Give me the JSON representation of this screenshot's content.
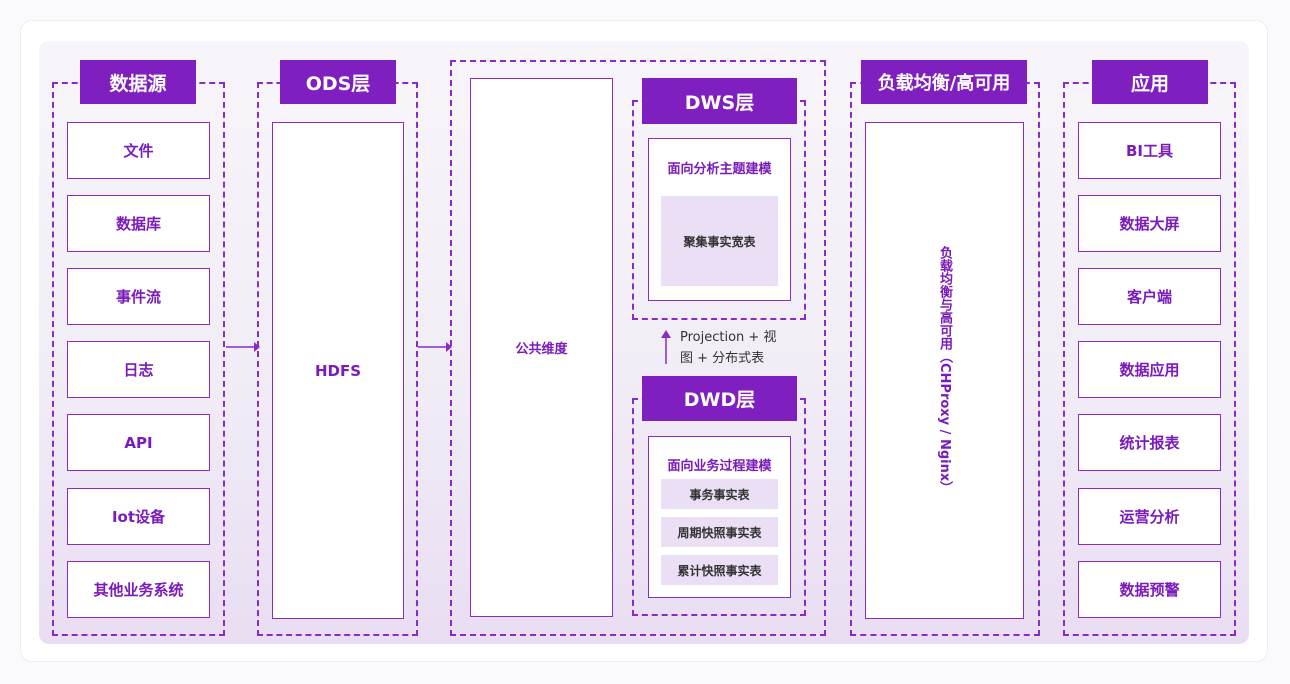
{
  "sources": {
    "title": "数据源",
    "items": [
      "文件",
      "数据库",
      "事件流",
      "日志",
      "API",
      "Iot设备",
      "其他业务系统"
    ]
  },
  "ods": {
    "title": "ODS层",
    "store": "HDFS"
  },
  "warehouse": {
    "dimension": "公共维度",
    "dws": {
      "title": "DWS层",
      "subtitle": "面向分析主题建模",
      "table": "聚集事实宽表"
    },
    "link_label_line1": "Projection + 视",
    "link_label_line2": "图 + 分布式表",
    "dwd": {
      "title": "DWD层",
      "subtitle": "面向业务过程建模",
      "tables": [
        "事务事实表",
        "周期快照事实表",
        "累计快照事实表"
      ]
    }
  },
  "lb": {
    "title": "负载均衡/高可用",
    "detail": "负载均衡与高可用（CHProxy / Nginx）"
  },
  "apps": {
    "title": "应用",
    "items": [
      "BI工具",
      "数据大屏",
      "客户端",
      "数据应用",
      "统计报表",
      "运营分析",
      "数据预警"
    ]
  },
  "colors": {
    "accent": "#7f1fbf",
    "dashed": "#8a2bc8",
    "fill": "#eadff5"
  }
}
